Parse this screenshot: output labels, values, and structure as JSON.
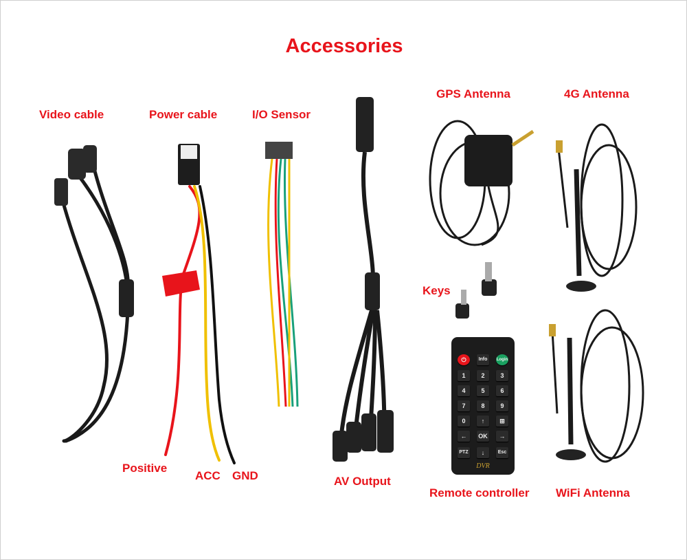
{
  "title": "Accessories",
  "labels": {
    "video_cable": "Video cable",
    "power_cable": "Power cable",
    "io_sensor": "I/O Sensor",
    "gps_antenna": "GPS Antenna",
    "4g_antenna": "4G Antenna",
    "keys": "Keys",
    "positive": "Positive",
    "acc": "ACC",
    "gnd": "GND",
    "av_output": "AV Output",
    "remote_controller": "Remote controller",
    "wifi_antenna": "WiFi Antenna"
  },
  "remote": {
    "info": "Info",
    "login": "Login",
    "k1": "1",
    "k2": "2",
    "k3": "3",
    "k4": "4",
    "k5": "5",
    "k6": "6",
    "k7": "7",
    "k8": "8",
    "k9": "9",
    "k0": "0",
    "ok": "OK",
    "ptz": "PTZ",
    "esc": "Esc",
    "brand": "DVR"
  },
  "colors": {
    "label": "#e8141b",
    "cable": "#1a1a1a"
  }
}
